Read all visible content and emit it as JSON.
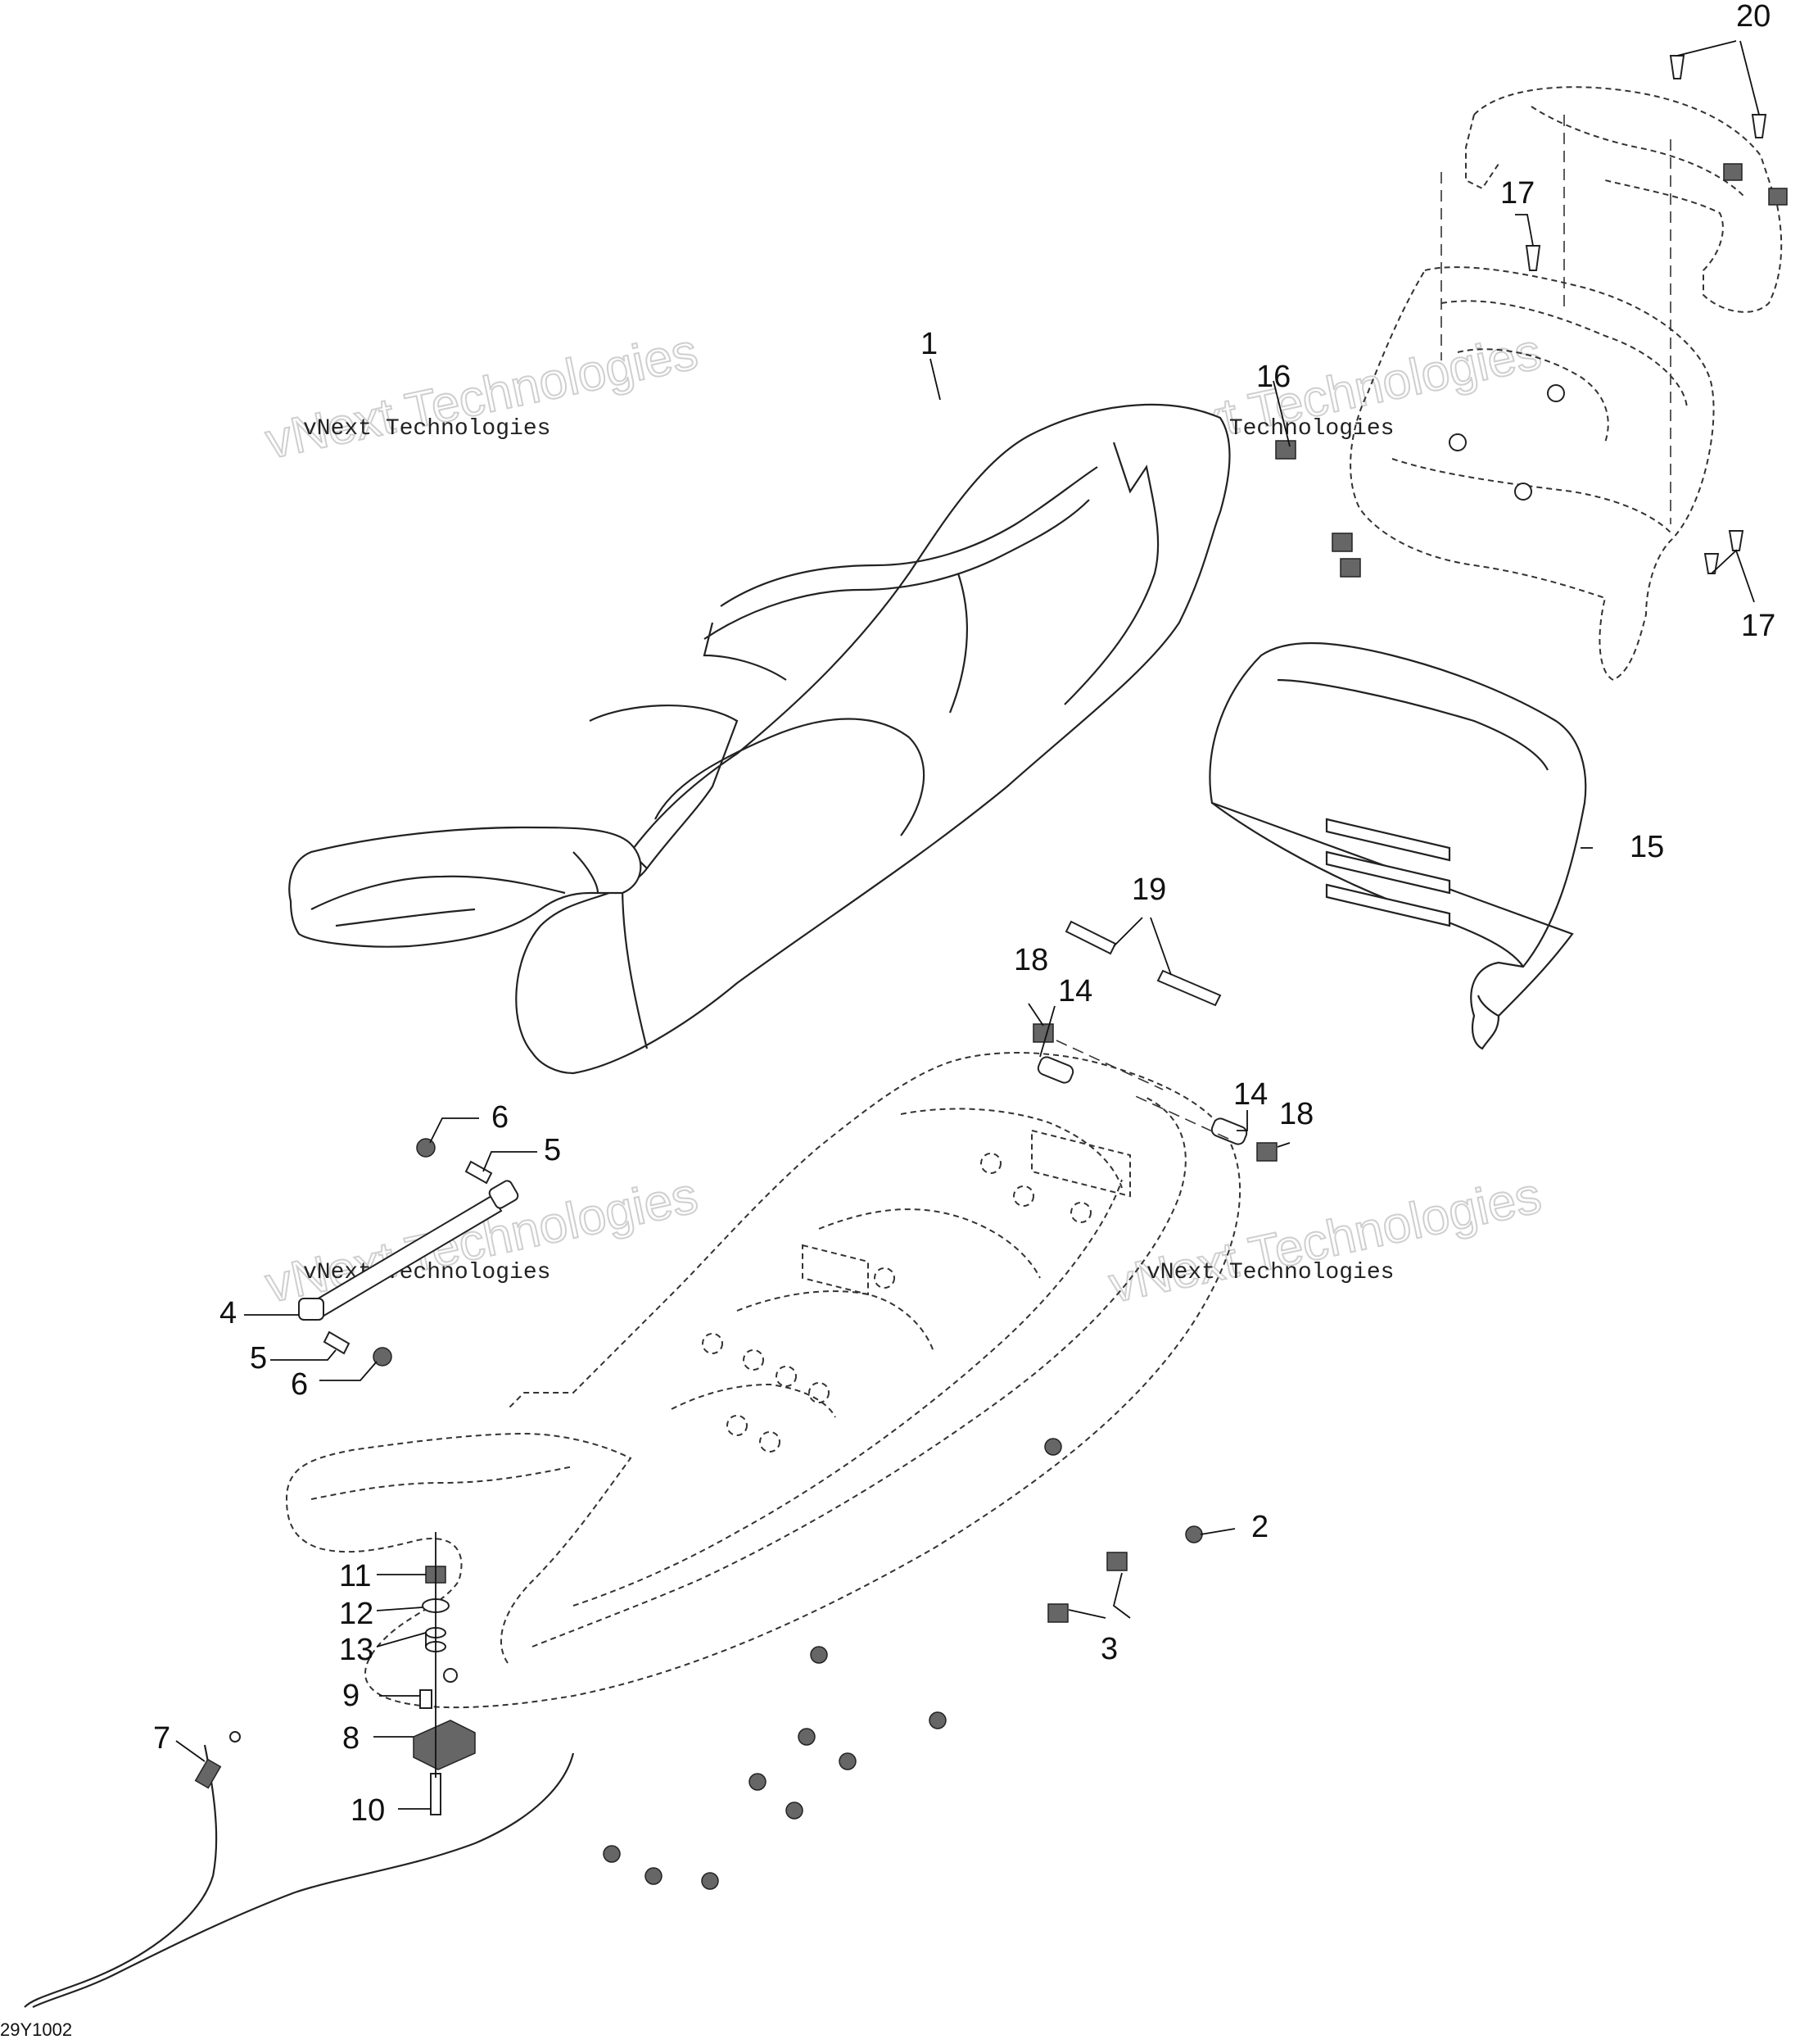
{
  "diagram_code": "29Y1002",
  "watermark": {
    "main": "vNext Technologies",
    "sub": "vNext Technologies"
  },
  "callouts": [
    {
      "id": "c1",
      "label": "1"
    },
    {
      "id": "c2",
      "label": "2"
    },
    {
      "id": "c3",
      "label": "3"
    },
    {
      "id": "c4",
      "label": "4"
    },
    {
      "id": "c5a",
      "label": "5"
    },
    {
      "id": "c5b",
      "label": "5"
    },
    {
      "id": "c6a",
      "label": "6"
    },
    {
      "id": "c6b",
      "label": "6"
    },
    {
      "id": "c7",
      "label": "7"
    },
    {
      "id": "c8",
      "label": "8"
    },
    {
      "id": "c9",
      "label": "9"
    },
    {
      "id": "c10",
      "label": "10"
    },
    {
      "id": "c11",
      "label": "11"
    },
    {
      "id": "c12",
      "label": "12"
    },
    {
      "id": "c13",
      "label": "13"
    },
    {
      "id": "c14a",
      "label": "14"
    },
    {
      "id": "c14b",
      "label": "14"
    },
    {
      "id": "c15",
      "label": "15"
    },
    {
      "id": "c16",
      "label": "16"
    },
    {
      "id": "c17a",
      "label": "17"
    },
    {
      "id": "c17b",
      "label": "17"
    },
    {
      "id": "c18a",
      "label": "18"
    },
    {
      "id": "c18b",
      "label": "18"
    },
    {
      "id": "c19",
      "label": "19"
    },
    {
      "id": "c20",
      "label": "20"
    }
  ]
}
